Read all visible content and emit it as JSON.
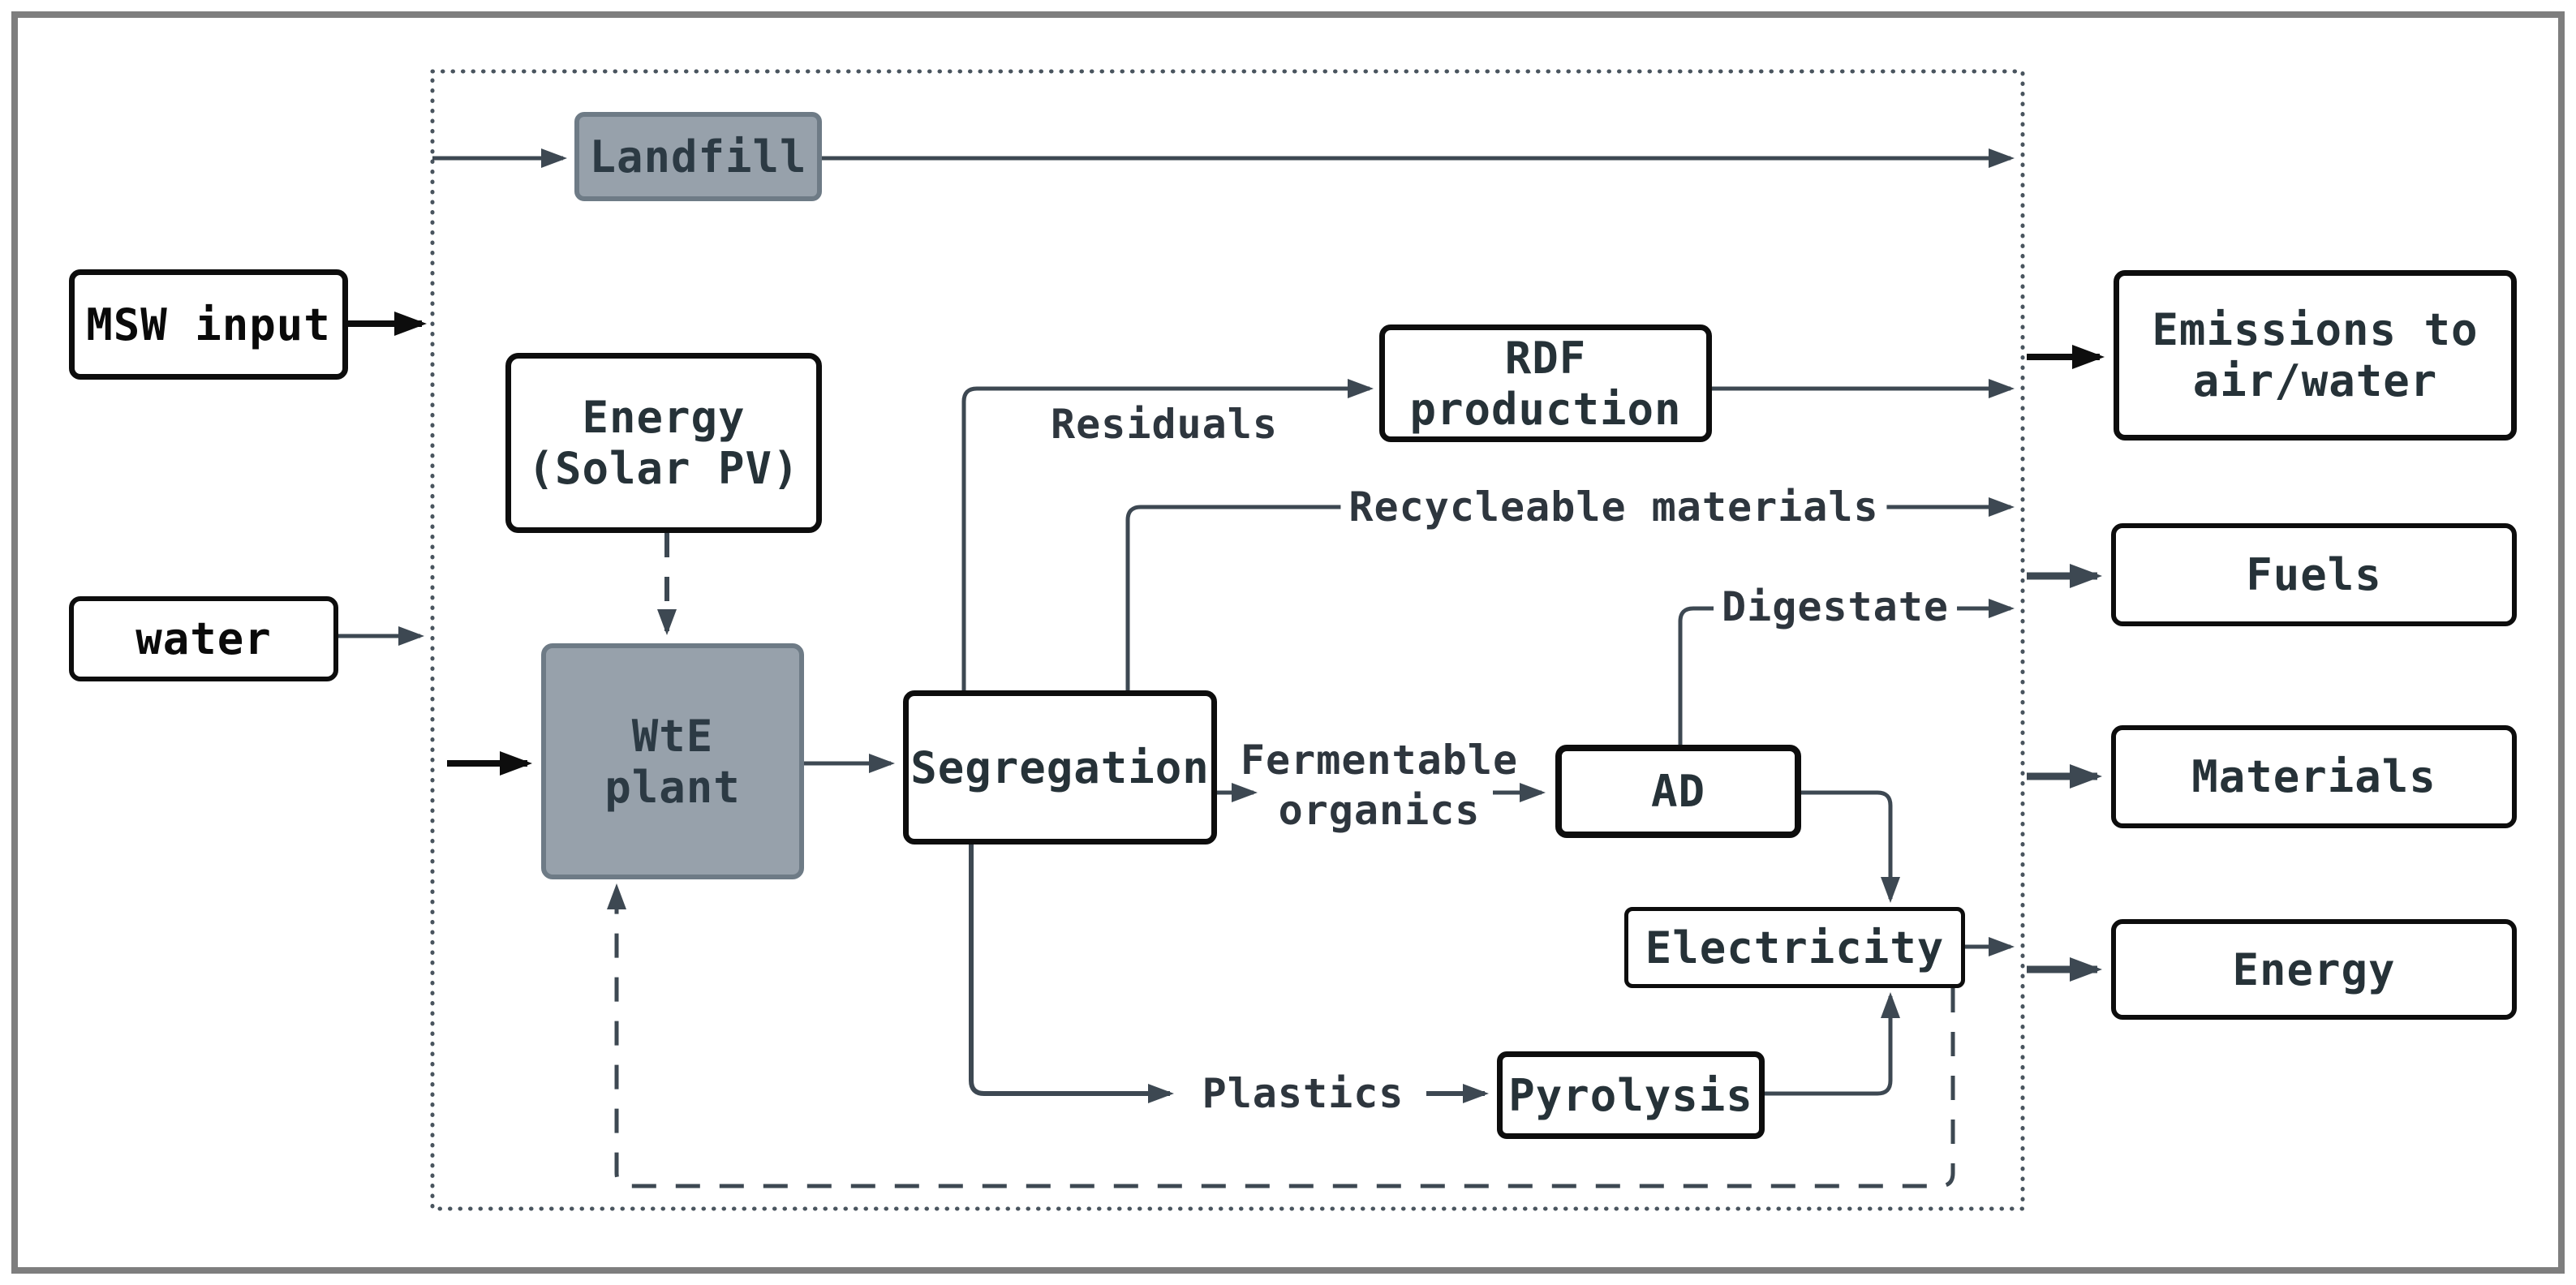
{
  "diagram": {
    "nodes": {
      "msw_input": {
        "label": "MSW input"
      },
      "water": {
        "label": "water"
      },
      "landfill": {
        "label": "Landfill"
      },
      "energy_solar": {
        "label": "Energy\n(Solar PV)"
      },
      "wte_plant": {
        "label": "WtE\nplant"
      },
      "segregation": {
        "label": "Segregation"
      },
      "rdf_production": {
        "label": "RDF\nproduction"
      },
      "ad": {
        "label": "AD"
      },
      "electricity": {
        "label": "Electricity"
      },
      "pyrolysis": {
        "label": "Pyrolysis"
      }
    },
    "outputs": {
      "emissions": {
        "label": "Emissions to\nair/water"
      },
      "fuels": {
        "label": "Fuels"
      },
      "materials": {
        "label": "Materials"
      },
      "energy": {
        "label": "Energy"
      }
    },
    "flow_labels": {
      "residuals": "Residuals",
      "recycleable": "Recycleable materials",
      "fermentable": "Fermentable\norganics",
      "digestate": "Digestate",
      "plastics": "Plastics"
    },
    "colors": {
      "process_fill_gray": "#97a1ab",
      "process_border_gray": "#6e7b86",
      "line_slate": "#3d4852",
      "line_black": "#0d0d0d",
      "text_dark": "#263238",
      "frame_gray": "#7e7e7e",
      "boundary_dot": "#49545e"
    }
  }
}
